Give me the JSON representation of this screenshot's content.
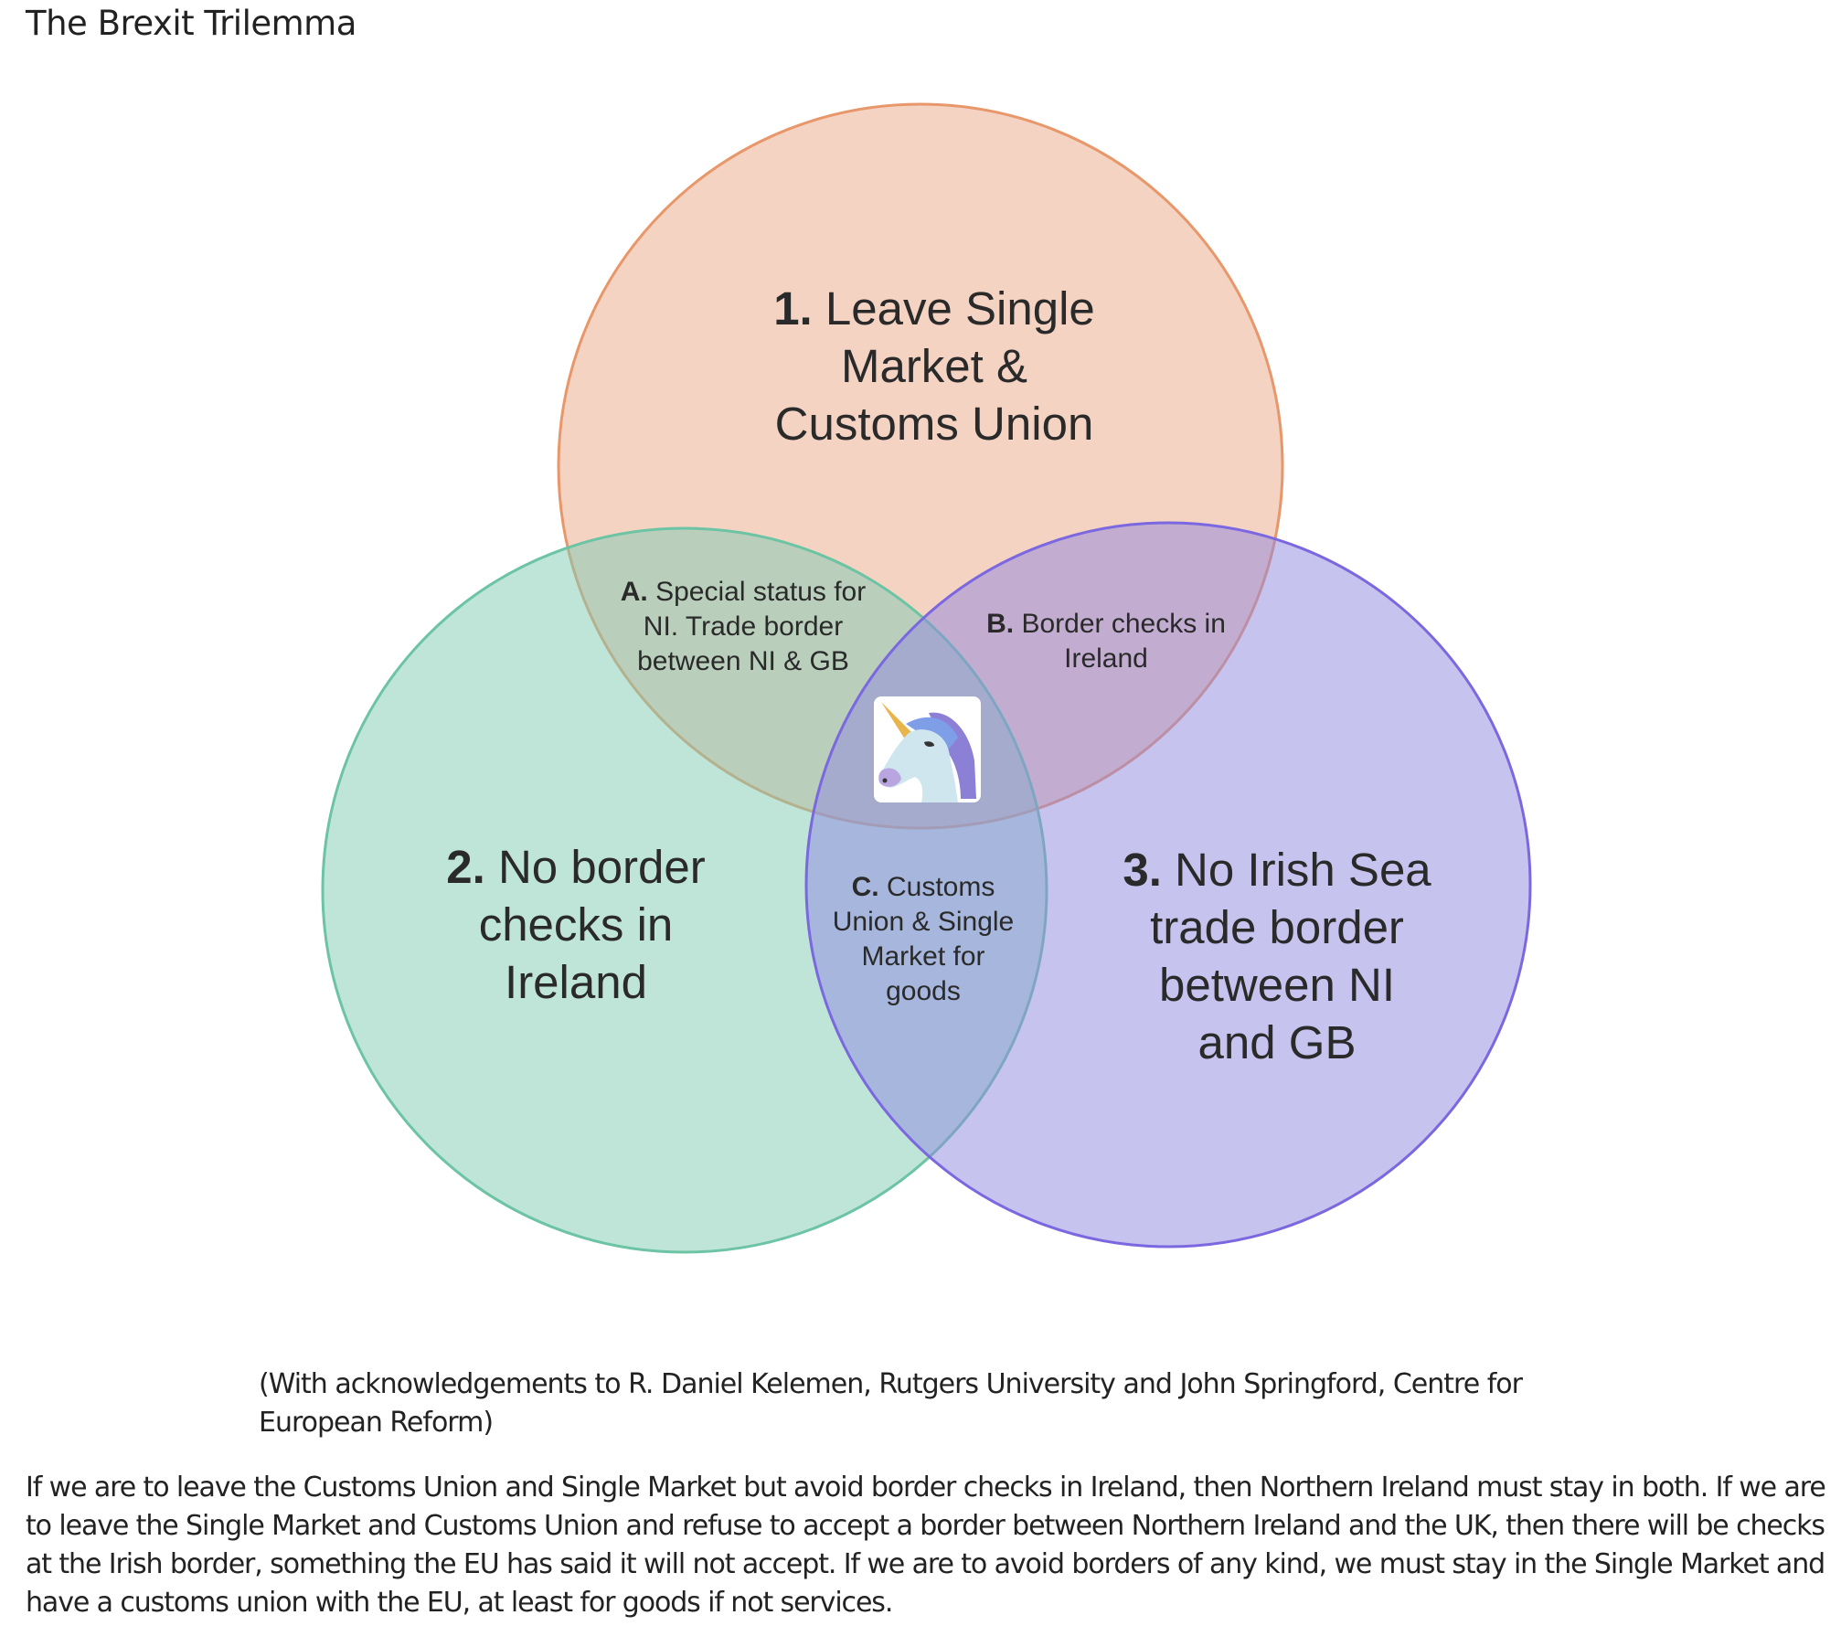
{
  "page_title": "The Brexit Trilemma",
  "colors": {
    "circle1_fill": "#e89e78",
    "circle1_stroke": "#e8976a",
    "circle2_fill": "#7fcbb4",
    "circle2_stroke": "#6cc4a4",
    "circle3_fill": "#8f88e0",
    "circle3_stroke": "#7b68e0"
  },
  "diagram": {
    "circle1": {
      "num": "1.",
      "lines": [
        "Leave Single",
        "Market &",
        "Customs Union"
      ]
    },
    "circle2": {
      "num": "2.",
      "lines": [
        "No border",
        "checks in",
        "Ireland"
      ]
    },
    "circle3": {
      "num": "3.",
      "lines": [
        "No Irish Sea",
        "trade border",
        "between NI",
        "and GB"
      ]
    },
    "overlapA": {
      "num": "A.",
      "lines": [
        "Special status for",
        "NI. Trade border",
        "between NI & GB"
      ]
    },
    "overlapB": {
      "num": "B.",
      "lines": [
        "Border checks in",
        "Ireland"
      ]
    },
    "overlapC": {
      "num": "C.",
      "lines": [
        "Customs",
        "Union & Single",
        "Market for",
        "goods"
      ]
    },
    "center_icon": "unicorn-icon"
  },
  "caption": "(With acknowledgements to R. Daniel Kelemen, Rutgers University and John Springford, Centre for European Reform)",
  "paragraph": "If we are to leave the Customs Union and Single Market but avoid border checks in Ireland, then Northern Ireland must stay in both. If we are to leave the Single Market and Customs Union and refuse to accept a border between Northern Ireland and the UK, then there will be checks at the Irish border, something the EU has said it will not accept. If we are to avoid borders of any kind, we must stay in the Single Market and have a customs union with the EU, at least for goods if not services."
}
